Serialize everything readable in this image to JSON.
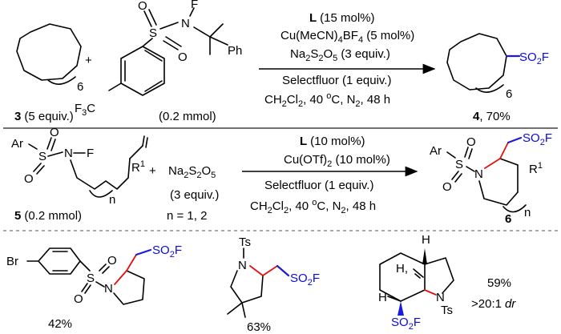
{
  "row1": {
    "ring_subscript": "6",
    "compound3": {
      "num": "3",
      "amount": "(5 equiv.)"
    },
    "plus": "+",
    "reagent": {
      "s_atom": "S",
      "o_atom": "O",
      "n_atom": "N",
      "f_atom": "F",
      "ph": "Ph",
      "cf3_a": "F",
      "cf3_sub": "3",
      "cf3_b": "C"
    },
    "reagent_amount": "(0.2 mmol)",
    "conditions": {
      "ligand_letter": "L",
      "ligand_amount": "(15 mol%)",
      "cu_a": "Cu(MeCN)",
      "cu_sub1": "4",
      "cu_b": "BF",
      "cu_sub2": "4",
      "cu_c": " (5 mol%)",
      "na_a": "Na",
      "na_sub1": "2",
      "na_b": "S",
      "na_sub2": "2",
      "na_c": "O",
      "na_sub3": "5",
      "na_d": " (3 equiv.)",
      "selectfluor": "Selectfluor (1 equiv.)",
      "solv_a": "CH",
      "solv_sub1": "2",
      "solv_b": "Cl",
      "solv_sub2": "2",
      "solv_c": ", 40 ",
      "solv_sup": "o",
      "solv_d": "C, N",
      "solv_sub3": "2",
      "solv_e": ", 48 h"
    },
    "product": {
      "sf_a": "SO",
      "sf_sub": "2",
      "sf_b": "F",
      "num": "4",
      "yield": ", 70%"
    }
  },
  "row2": {
    "substrate": {
      "ar": "Ar",
      "s_atom": "S",
      "o_atom": "O",
      "n_atom": "N",
      "f_atom": "F",
      "n_sub": "n",
      "r": "R",
      "r_sup": "1"
    },
    "compound5": {
      "num": "5",
      "amount": "(0.2 mmol)"
    },
    "plus": "+",
    "na_a": "Na",
    "na_sub1": "2",
    "na_b": "S",
    "na_sub2": "2",
    "na_c": "O",
    "na_sub3": "5",
    "na_equiv": "(3 equiv.)",
    "n_values": "n = 1, 2",
    "conditions": {
      "ligand_letter": "L",
      "ligand_amount": "(10 mol%)",
      "cu_a": "Cu(OTf)",
      "cu_sub": "2",
      "cu_b": " (10 mol%)",
      "selectfluor": "Selectfluor (1 equiv.)",
      "solv_a": "CH",
      "solv_sub1": "2",
      "solv_b": "Cl",
      "solv_sub2": "2",
      "solv_c": ", 40 ",
      "solv_sup": "o",
      "solv_d": "C, N",
      "solv_sub3": "2",
      "solv_e": ", 48 h"
    },
    "product": {
      "ar": "Ar",
      "s_atom": "S",
      "o_atom": "O",
      "n_atom": "N",
      "sf_a": "SO",
      "sf_sub": "2",
      "sf_b": "F",
      "n_sub": "n",
      "r": "R",
      "r_sup": "1",
      "num": "6"
    }
  },
  "row3": {
    "ex1": {
      "br": "Br",
      "s_atom": "S",
      "o_atom": "O",
      "n_atom": "N",
      "sf_a": "SO",
      "sf_sub": "2",
      "sf_b": "F",
      "yield": "42%"
    },
    "ex2": {
      "ts": "Ts",
      "n_atom": "N",
      "sf_a": "SO",
      "sf_sub": "2",
      "sf_b": "F",
      "yield": "63%"
    },
    "ex3": {
      "h": "H",
      "h_comma": "H,",
      "n_atom": "N",
      "ts": "Ts",
      "sf_a": "SO",
      "sf_sub": "2",
      "sf_b": "F",
      "yield": "59%",
      "dr_value": ">20:1",
      "dr_label": "dr"
    }
  }
}
